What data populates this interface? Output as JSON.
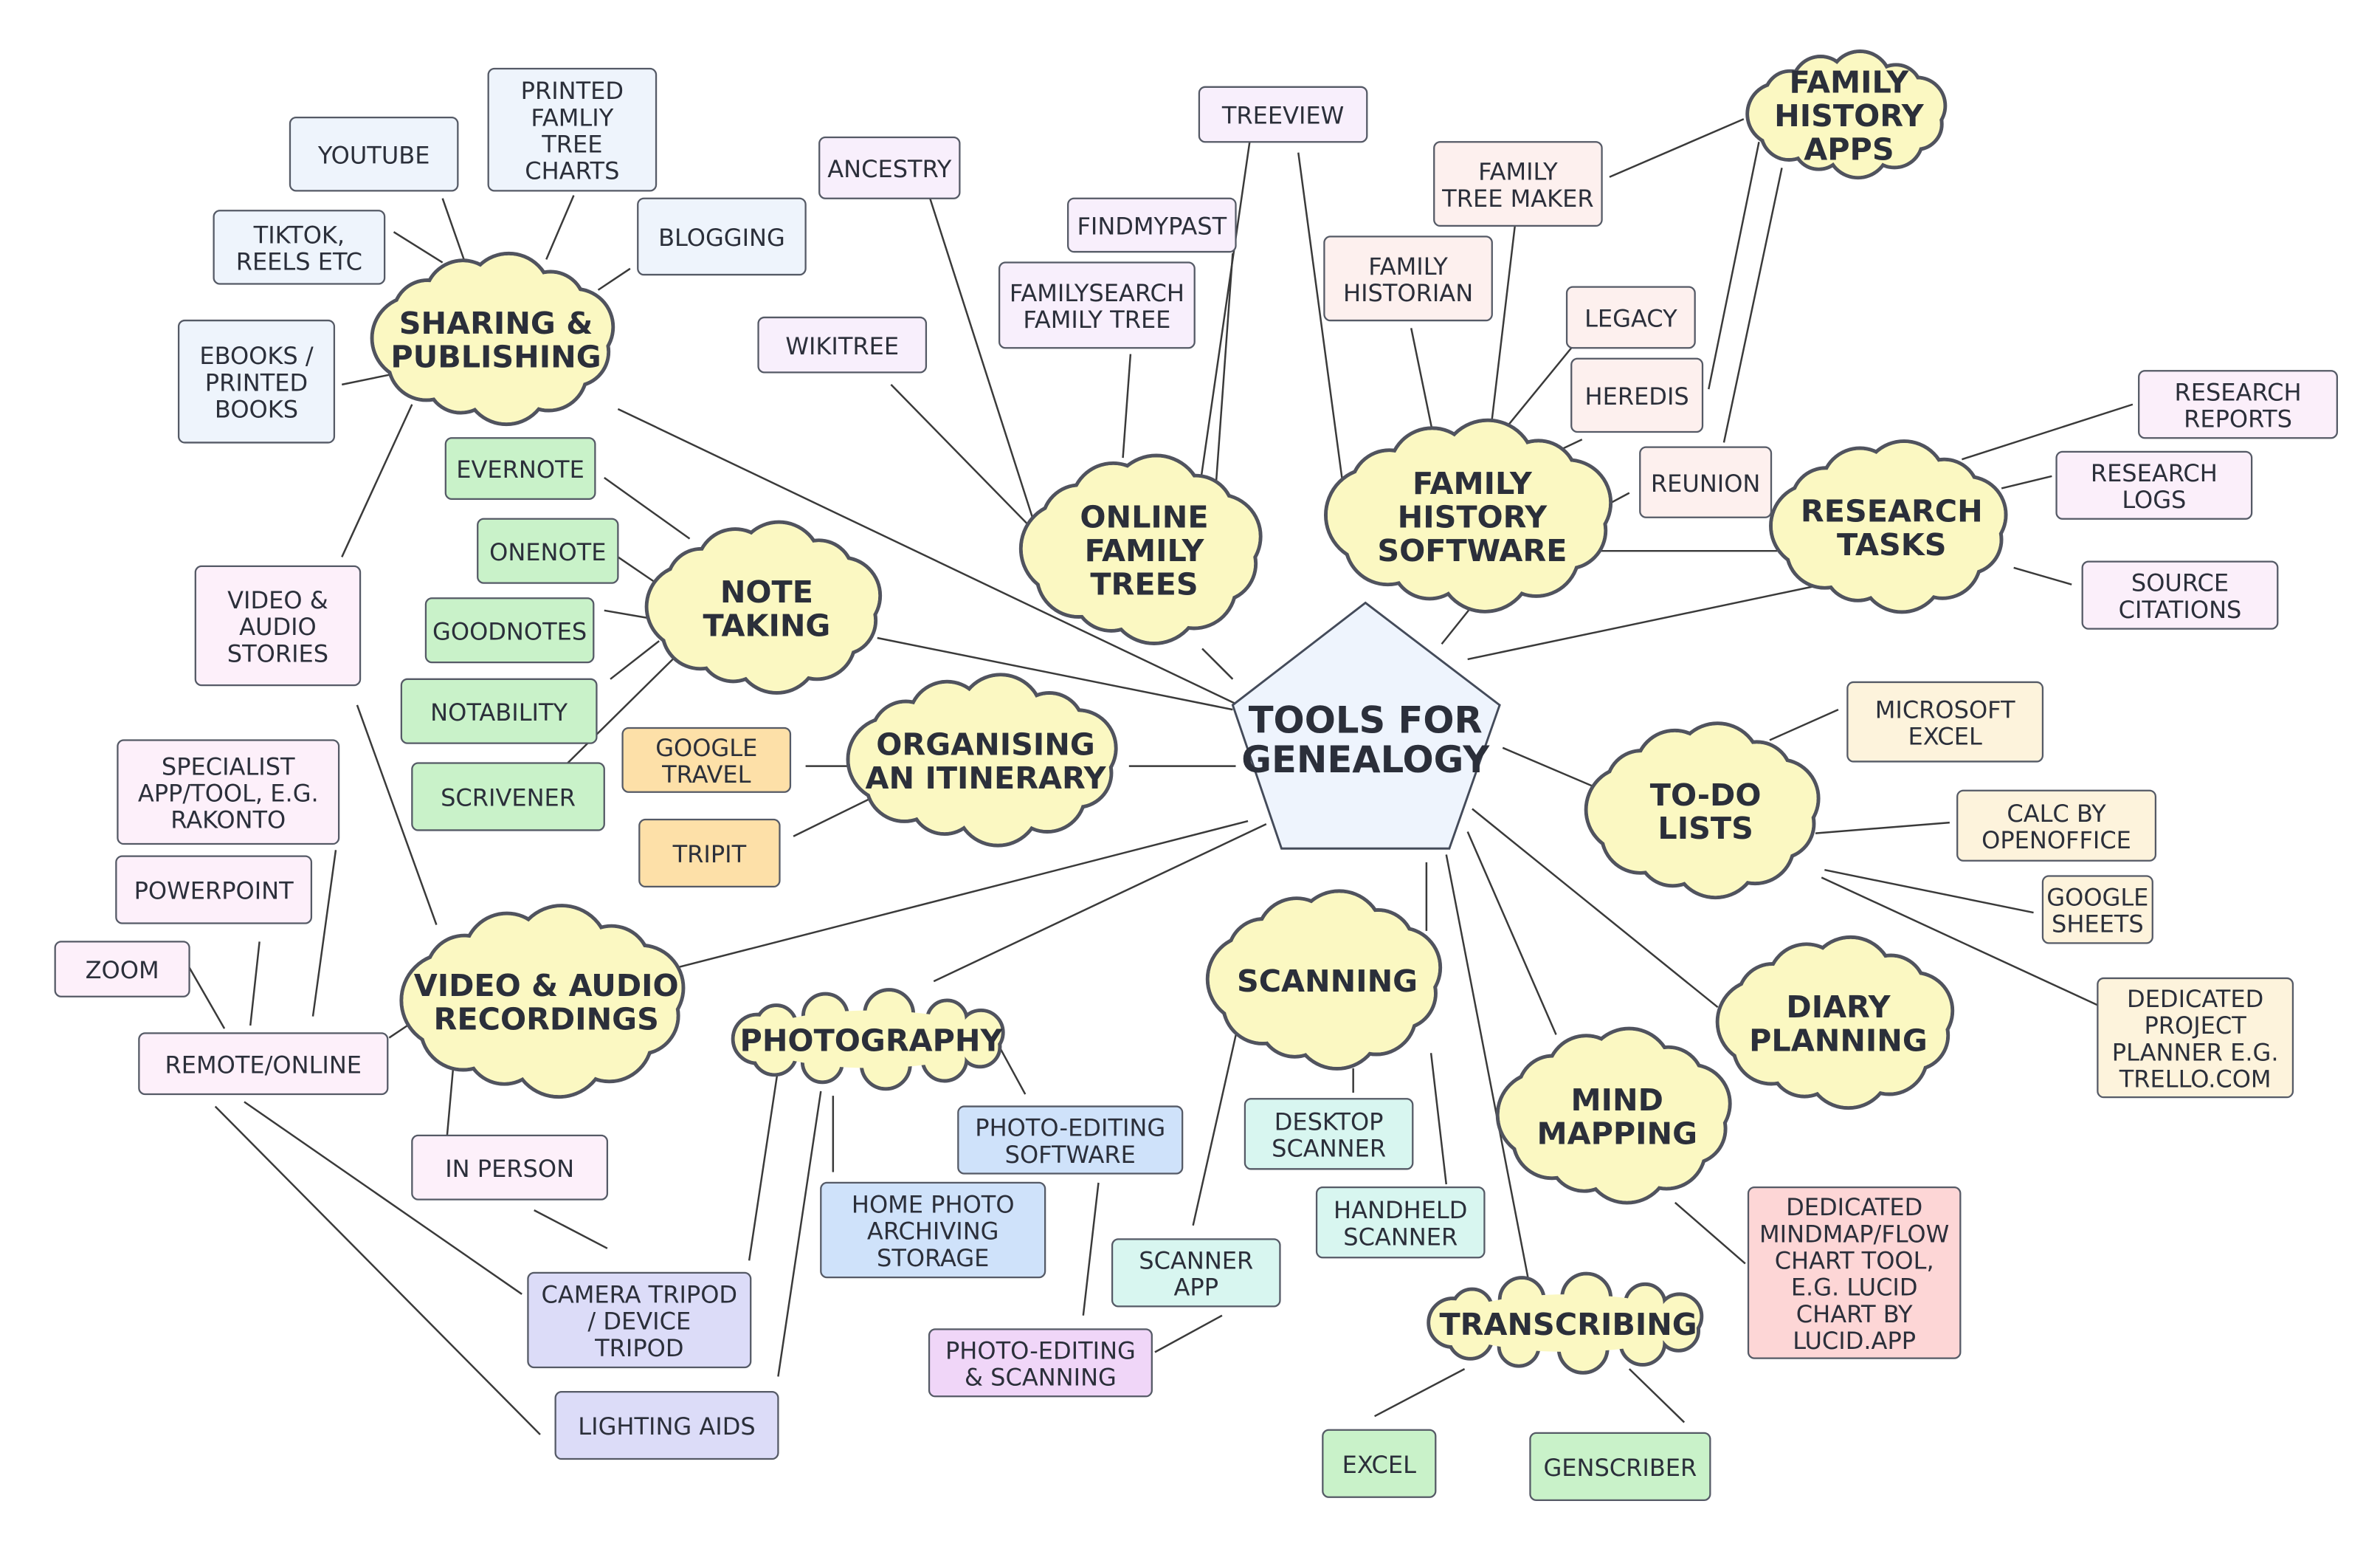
{
  "title": "Tools for Genealogy mind map",
  "center": {
    "id": "center",
    "lines": [
      "TOOLS FOR",
      "GENEALOGY"
    ],
    "color": "#eef4fd"
  },
  "clouds": [
    {
      "id": "sharing",
      "lines": [
        "SHARING &",
        "PUBLISHING"
      ],
      "color": "#fbf8c2"
    },
    {
      "id": "note",
      "lines": [
        "NOTE",
        "TAKING"
      ],
      "color": "#fbf8c2"
    },
    {
      "id": "online",
      "lines": [
        "ONLINE",
        "FAMILY",
        "TREES"
      ],
      "color": "#fbf8c2"
    },
    {
      "id": "software",
      "lines": [
        "FAMILY",
        "HISTORY",
        "SOFTWARE"
      ],
      "color": "#fbf8c2"
    },
    {
      "id": "apps",
      "lines": [
        "FAMILY",
        "HISTORY",
        "APPS"
      ],
      "color": "#fbf8c2"
    },
    {
      "id": "research",
      "lines": [
        "RESEARCH",
        "TASKS"
      ],
      "color": "#fbf8c2"
    },
    {
      "id": "itinerary",
      "lines": [
        "ORGANISING",
        "AN ITINERARY"
      ],
      "color": "#fbf8c2"
    },
    {
      "id": "todo",
      "lines": [
        "TO-DO",
        "LISTS"
      ],
      "color": "#fbf8c2"
    },
    {
      "id": "diary",
      "lines": [
        "DIARY",
        "PLANNING"
      ],
      "color": "#fbf8c2"
    },
    {
      "id": "mind",
      "lines": [
        "MIND",
        "MAPPING"
      ],
      "color": "#fbf8c2"
    },
    {
      "id": "transcribing",
      "lines": [
        "TRANSCRIBING"
      ],
      "color": "#fbf8c2"
    },
    {
      "id": "scanning",
      "lines": [
        "SCANNING"
      ],
      "color": "#fbf8c2"
    },
    {
      "id": "photography",
      "lines": [
        "PHOTOGRAPHY"
      ],
      "color": "#fbf8c2"
    },
    {
      "id": "video",
      "lines": [
        "VIDEO & AUDIO",
        "RECORDINGS"
      ],
      "color": "#fbf8c2"
    }
  ],
  "boxes": [
    {
      "id": "youtube",
      "lines": [
        "YOUTUBE"
      ],
      "color": "#eef4fc"
    },
    {
      "id": "printed",
      "lines": [
        "PRINTED",
        "FAMLIY",
        "TREE",
        "CHARTS"
      ],
      "color": "#eef4fc"
    },
    {
      "id": "tiktok",
      "lines": [
        "TIKTOK,",
        "REELS ETC"
      ],
      "color": "#eef4fc"
    },
    {
      "id": "blogging",
      "lines": [
        "BLOGGING"
      ],
      "color": "#eef4fc"
    },
    {
      "id": "ebooks",
      "lines": [
        "EBOOKS /",
        "PRINTED",
        "BOOKS"
      ],
      "color": "#eef4fc"
    },
    {
      "id": "ancestry",
      "lines": [
        "ANCESTRY"
      ],
      "color": "#f8effc"
    },
    {
      "id": "treeview",
      "lines": [
        "TREEVIEW"
      ],
      "color": "#f8effc"
    },
    {
      "id": "findmypast",
      "lines": [
        "FINDMYPAST"
      ],
      "color": "#f8effc"
    },
    {
      "id": "familysearch",
      "lines": [
        "FAMILYSEARCH",
        "FAMILY TREE"
      ],
      "color": "#f8effc"
    },
    {
      "id": "wikitree",
      "lines": [
        "WIKITREE"
      ],
      "color": "#f8effc"
    },
    {
      "id": "ftm",
      "lines": [
        "FAMILY",
        "TREE MAKER"
      ],
      "color": "#fdf0ee"
    },
    {
      "id": "historian",
      "lines": [
        "FAMILY",
        "HISTORIAN"
      ],
      "color": "#fdf0ee"
    },
    {
      "id": "legacy",
      "lines": [
        "LEGACY"
      ],
      "color": "#fdf0ee"
    },
    {
      "id": "heredis",
      "lines": [
        "HEREDIS"
      ],
      "color": "#fdf0ee"
    },
    {
      "id": "reunion",
      "lines": [
        "REUNION"
      ],
      "color": "#fdf0ee"
    },
    {
      "id": "reports",
      "lines": [
        "RESEARCH",
        "REPORTS"
      ],
      "color": "#fbeffa"
    },
    {
      "id": "logs",
      "lines": [
        "RESEARCH",
        "LOGS"
      ],
      "color": "#fbeffa"
    },
    {
      "id": "citations",
      "lines": [
        "SOURCE",
        "CITATIONS"
      ],
      "color": "#fbeffa"
    },
    {
      "id": "evernote",
      "lines": [
        "EVERNOTE"
      ],
      "color": "#c9f2c9"
    },
    {
      "id": "onenote",
      "lines": [
        "ONENOTE"
      ],
      "color": "#c9f2c9"
    },
    {
      "id": "goodnotes",
      "lines": [
        "GOODNOTES"
      ],
      "color": "#c9f2c9"
    },
    {
      "id": "notability",
      "lines": [
        "NOTABILITY"
      ],
      "color": "#c9f2c9"
    },
    {
      "id": "scrivener",
      "lines": [
        "SCRIVENER"
      ],
      "color": "#c9f2c9"
    },
    {
      "id": "gtravel",
      "lines": [
        "GOOGLE",
        "TRAVEL"
      ],
      "color": "#fde0a8"
    },
    {
      "id": "tripit",
      "lines": [
        "TRIPIT"
      ],
      "color": "#fde0a8"
    },
    {
      "id": "msexcel",
      "lines": [
        "MICROSOFT",
        "EXCEL"
      ],
      "color": "#fdf3dc"
    },
    {
      "id": "calc",
      "lines": [
        "CALC BY",
        "OPENOFFICE"
      ],
      "color": "#fdf3dc"
    },
    {
      "id": "gsheets",
      "lines": [
        "GOOGLE",
        "SHEETS"
      ],
      "color": "#fdf3dc"
    },
    {
      "id": "planner",
      "lines": [
        "DEDICATED",
        "PROJECT",
        "PLANNER E.G.",
        "TRELLO.COM"
      ],
      "color": "#fdf3dc"
    },
    {
      "id": "stories",
      "lines": [
        "VIDEO &",
        "AUDIO",
        "STORIES"
      ],
      "color": "#fdf0fa"
    },
    {
      "id": "specialist",
      "lines": [
        "SPECIALIST",
        "APP/TOOL, E.G.",
        "RAKONTO"
      ],
      "color": "#fdf0fa"
    },
    {
      "id": "powerpoint",
      "lines": [
        "POWERPOINT"
      ],
      "color": "#fdf0fa"
    },
    {
      "id": "zoom",
      "lines": [
        "ZOOM"
      ],
      "color": "#fdf0fa"
    },
    {
      "id": "remote",
      "lines": [
        "REMOTE/ONLINE"
      ],
      "color": "#fdf0fa"
    },
    {
      "id": "inperson",
      "lines": [
        "IN PERSON"
      ],
      "color": "#fdf0fa"
    },
    {
      "id": "tripod",
      "lines": [
        "CAMERA TRIPOD",
        "/ DEVICE",
        "TRIPOD"
      ],
      "color": "#dcdcf8"
    },
    {
      "id": "lighting",
      "lines": [
        "LIGHTING AIDS"
      ],
      "color": "#dcdcf8"
    },
    {
      "id": "photoedit",
      "lines": [
        "PHOTO-EDITING",
        "SOFTWARE"
      ],
      "color": "#cfe2fa"
    },
    {
      "id": "archiving",
      "lines": [
        "HOME PHOTO",
        "ARCHIVING",
        "STORAGE"
      ],
      "color": "#cfe2fa"
    },
    {
      "id": "photoscan",
      "lines": [
        "PHOTO-EDITING",
        "& SCANNING"
      ],
      "color": "#f0d6f8"
    },
    {
      "id": "desktop",
      "lines": [
        "DESKTOP",
        "SCANNER"
      ],
      "color": "#d8f6f0"
    },
    {
      "id": "handheld",
      "lines": [
        "HANDHELD",
        "SCANNER"
      ],
      "color": "#d8f6f0"
    },
    {
      "id": "scannerapp",
      "lines": [
        "SCANNER",
        "APP"
      ],
      "color": "#d8f6f0"
    },
    {
      "id": "mindtool",
      "lines": [
        "DEDICATED",
        "MINDMAP/FLOW",
        "CHART TOOL,",
        "E.G. LUCID",
        "CHART BY",
        "LUCID.APP"
      ],
      "color": "#fdd6d6"
    },
    {
      "id": "excel",
      "lines": [
        "EXCEL"
      ],
      "color": "#c9f2c9"
    },
    {
      "id": "genscriber",
      "lines": [
        "GENSCRIBER"
      ],
      "color": "#c9f2c9"
    }
  ]
}
